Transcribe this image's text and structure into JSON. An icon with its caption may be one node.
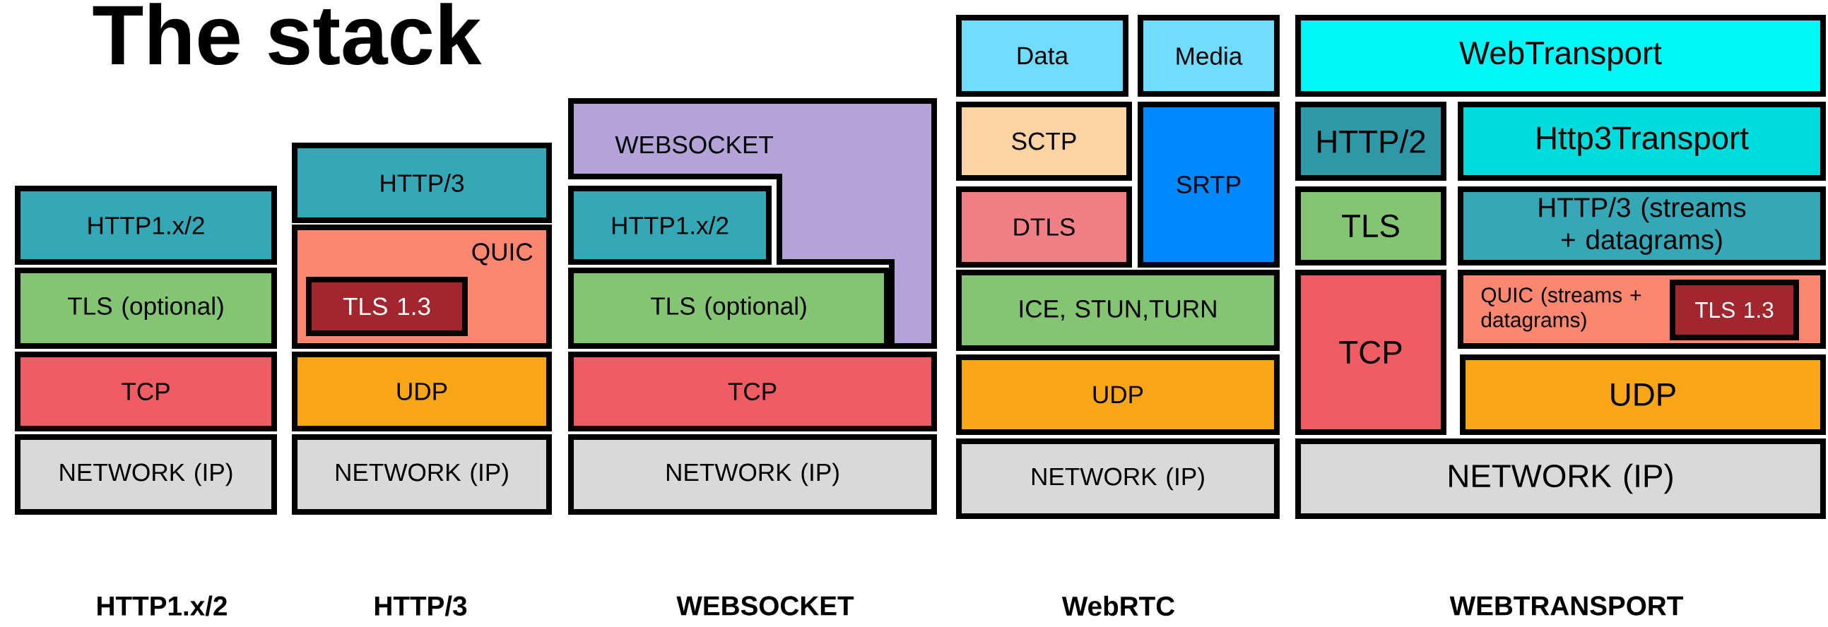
{
  "diagram": {
    "title": "The stack",
    "nodes": [
      {
        "text": [
          "HTTP1.x/2"
        ]
      },
      {
        "text": [
          "TLS (optional)"
        ]
      },
      {
        "text": [
          "TCP"
        ]
      },
      {
        "text": [
          "NETWORK (IP)"
        ]
      },
      {
        "text": [
          "HTTP/3"
        ]
      },
      {
        "text": [
          "QUIC"
        ]
      },
      {
        "text": [
          "TLS 1.3"
        ],
        "in": 5
      },
      {
        "text": [
          "UDP"
        ]
      },
      {
        "text": [
          "NETWORK (IP)"
        ]
      },
      {
        "text": [
          "WEBSOCKET"
        ]
      },
      {
        "text": [
          "HTTP1.x/2"
        ]
      },
      {
        "text": [
          "TLS (optional)"
        ]
      },
      {
        "text": [
          "TCP"
        ]
      },
      {
        "text": [
          "NETWORK (IP)"
        ]
      },
      {
        "text": [
          "Data"
        ]
      },
      {
        "text": [
          "Media"
        ]
      },
      {
        "text": [
          "SCTP"
        ]
      },
      {
        "text": [
          "SRTP"
        ]
      },
      {
        "text": [
          "DTLS"
        ]
      },
      {
        "text": [
          "ICE, STUN,TURN"
        ]
      },
      {
        "text": [
          "UDP"
        ]
      },
      {
        "text": [
          "NETWORK (IP)"
        ]
      },
      {
        "text": [
          "WebTransport"
        ]
      },
      {
        "text": [
          "HTTP/2"
        ]
      },
      {
        "text": [
          "Http3Transport"
        ]
      },
      {
        "text": [
          "TLS"
        ]
      },
      {
        "text": [
          "HTTP/3 (streams + datagrams)"
        ]
      },
      {
        "text": [
          "TCP"
        ]
      },
      {
        "text": [
          "QUIC (streams + datagrams)"
        ]
      },
      {
        "text": [
          "TLS 1.3"
        ],
        "in": 28
      },
      {
        "text": [
          "UDP"
        ]
      },
      {
        "text": [
          "NETWORK (IP)"
        ]
      }
    ],
    "labels": [
      "HTTP1.x/2",
      "HTTP/3",
      "WEBSOCKET",
      "WebRTC",
      "WEBTRANSPORT"
    ]
  }
}
